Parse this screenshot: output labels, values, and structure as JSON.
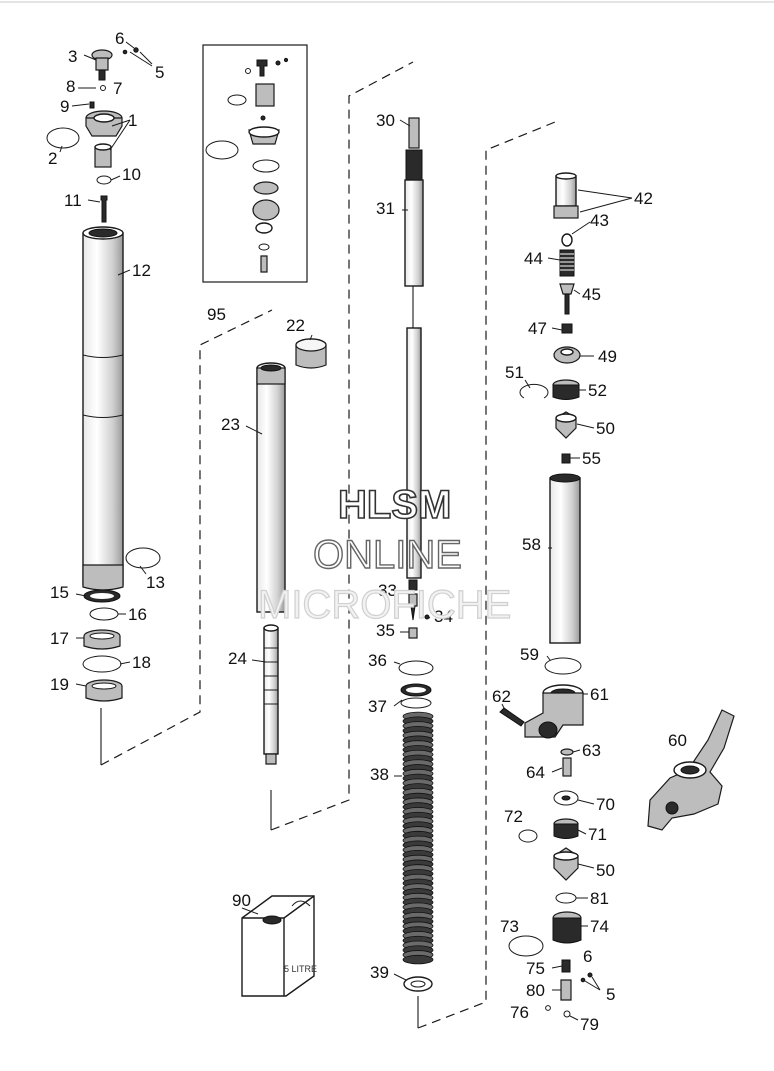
{
  "callouts": [
    "1",
    "2",
    "3",
    "5",
    "6",
    "7",
    "8",
    "9",
    "10",
    "11",
    "12",
    "13",
    "15",
    "16",
    "17",
    "18",
    "19",
    "22",
    "23",
    "24",
    "30",
    "31",
    "33",
    "34",
    "35",
    "36",
    "37",
    "38",
    "39",
    "42",
    "43",
    "44",
    "45",
    "47",
    "49",
    "50",
    "51",
    "52",
    "55",
    "58",
    "59",
    "60",
    "61",
    "62",
    "63",
    "64",
    "70",
    "71",
    "72",
    "73",
    "74",
    "75",
    "76",
    "79",
    "80",
    "81",
    "90",
    "95"
  ],
  "callout_labels": {
    "c1": "1",
    "c2": "2",
    "c3": "3",
    "c5a": "5",
    "c5b": "5",
    "c6a": "6",
    "c6b": "6",
    "c7": "7",
    "c8": "8",
    "c9": "9",
    "c10": "10",
    "c11": "11",
    "c12": "12",
    "c13": "13",
    "c15": "15",
    "c16": "16",
    "c17": "17",
    "c18": "18",
    "c19": "19",
    "c22": "22",
    "c23": "23",
    "c24": "24",
    "c30": "30",
    "c31": "31",
    "c33": "33",
    "c34": "34",
    "c35": "35",
    "c36": "36",
    "c37": "37",
    "c38": "38",
    "c39": "39",
    "c42": "42",
    "c43": "43",
    "c44": "44",
    "c45": "45",
    "c47": "47",
    "c49": "49",
    "c50a": "50",
    "c50b": "50",
    "c51": "51",
    "c52": "52",
    "c55": "55",
    "c58": "58",
    "c59": "59",
    "c60": "60",
    "c61": "61",
    "c62": "62",
    "c63": "63",
    "c64": "64",
    "c70": "70",
    "c71": "71",
    "c72": "72",
    "c73": "73",
    "c74": "74",
    "c75": "75",
    "c76": "76",
    "c79": "79",
    "c80": "80",
    "c81": "81",
    "c90": "90",
    "c95": "95"
  },
  "can_label": "5 LITRE",
  "watermark": {
    "line1": "HLSM",
    "line2": "ONLINE",
    "line3": "MICROFICHE"
  }
}
